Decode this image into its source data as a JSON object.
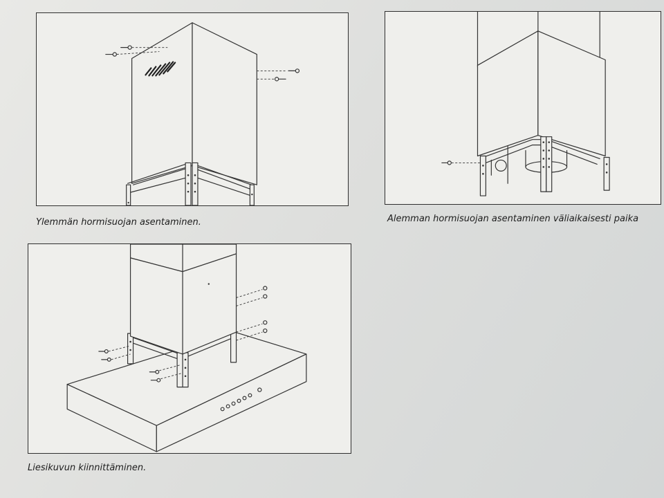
{
  "figures": [
    {
      "id": "upper-chimney",
      "caption": "Ylemmän hormisuojan asentaminen."
    },
    {
      "id": "lower-chimney",
      "caption": "Alemman hormisuojan asentaminen väliaikaisesti paika"
    },
    {
      "id": "hood-mounting",
      "caption": "Liesikuvun kiinnittäminen."
    }
  ]
}
